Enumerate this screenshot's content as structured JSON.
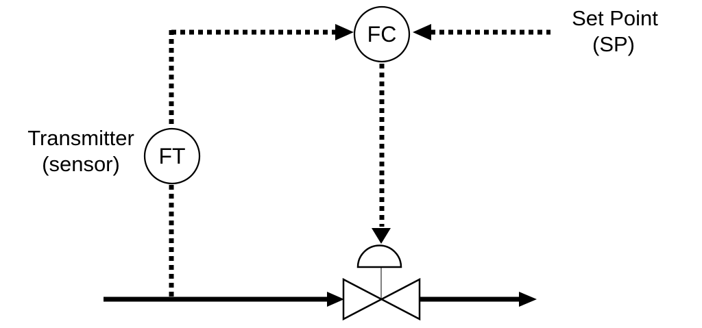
{
  "diagram": {
    "type": "process-control-loop",
    "controller": {
      "tag": "FC"
    },
    "transmitter": {
      "tag": "FT",
      "label_line1": "Transmitter",
      "label_line2": "(sensor)"
    },
    "setpoint": {
      "label_line1": "Set Point",
      "label_line2": "(SP)"
    },
    "valve": {
      "type": "control-valve-with-diaphragm-actuator"
    },
    "signals": [
      {
        "from": "FT",
        "to": "FC",
        "style": "dotted-arrow"
      },
      {
        "from": "SP",
        "to": "FC",
        "style": "dotted-arrow"
      },
      {
        "from": "FC",
        "to": "valve-actuator",
        "style": "dotted-arrow"
      },
      {
        "from": "pipe",
        "to": "FT",
        "style": "dotted"
      }
    ],
    "colors": {
      "line": "#000000",
      "fill": "#ffffff",
      "valve_stem": "#7f7f7f",
      "background": "#ffffff"
    }
  }
}
